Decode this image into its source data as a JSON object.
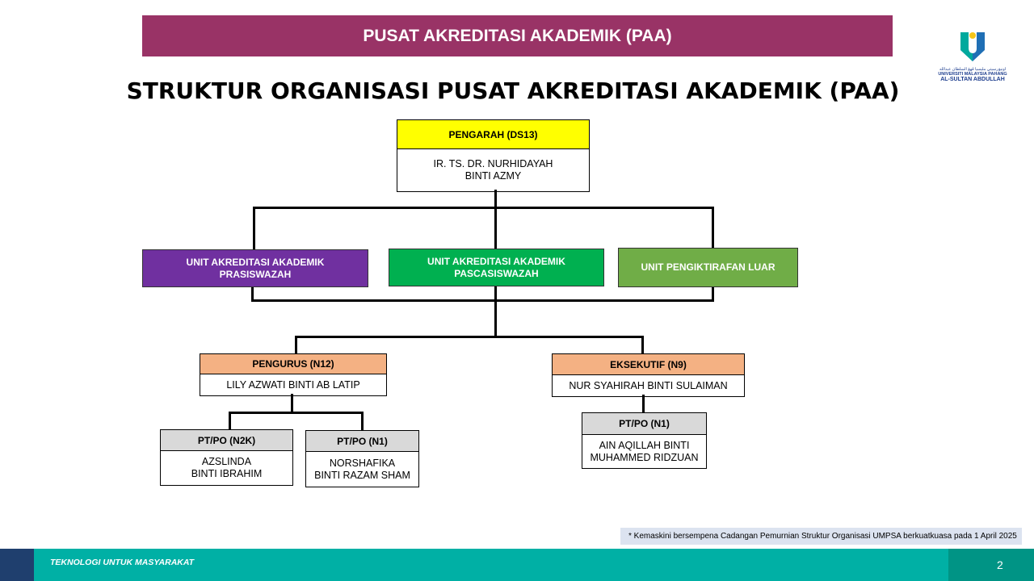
{
  "banner": "PUSAT AKREDITASI AKADEMIK (PAA)",
  "title": "STRUKTUR ORGANISASI PUSAT AKREDITASI AKADEMIK (PAA)",
  "logo": {
    "arabic": "اونيۏرسيتي مليسيا ڤهڠ السلطان عبدالله",
    "line1": "UNIVERSITI MALAYSIA PAHANG",
    "line2": "AL-SULTAN ABDULLAH"
  },
  "director": {
    "role": "PENGARAH (DS13)",
    "name": "IR. TS. DR. NURHIDAYAH\nBINTI AZMY"
  },
  "units": [
    {
      "label": "UNIT AKREDITASI AKADEMIK\nPRASISWAZAH",
      "color": "#7030a0"
    },
    {
      "label": "UNIT AKREDITASI AKADEMIK\nPASCASISWAZAH",
      "color": "#00b050"
    },
    {
      "label": "UNIT PENGIKTIRAFAN LUAR",
      "color": "#70ad47"
    }
  ],
  "pengurus": {
    "role": "PENGURUS (N12)",
    "name": "LILY AZWATI BINTI AB LATIP"
  },
  "eksekutif": {
    "role": "EKSEKUTIF (N9)",
    "name": "NUR SYAHIRAH BINTI SULAIMAN"
  },
  "staff": [
    {
      "role": "PT/PO (N2K)",
      "name": "AZSLINDA\nBINTI IBRAHIM"
    },
    {
      "role": "PT/PO (N1)",
      "name": "NORSHAFIKA\nBINTI RAZAM SHAM"
    },
    {
      "role": "PT/PO (N1)",
      "name": "AIN AQILLAH BINTI\nMUHAMMED RIDZUAN"
    }
  ],
  "footnote": "* Kemaskini bersempena Cadangan Pemurnian Struktur Organisasi UMPSA berkuatkuasa pada 1 April 2025",
  "footer": {
    "tagline": "TEKNOLOGI UNTUK MASYARAKAT",
    "page": "2"
  }
}
